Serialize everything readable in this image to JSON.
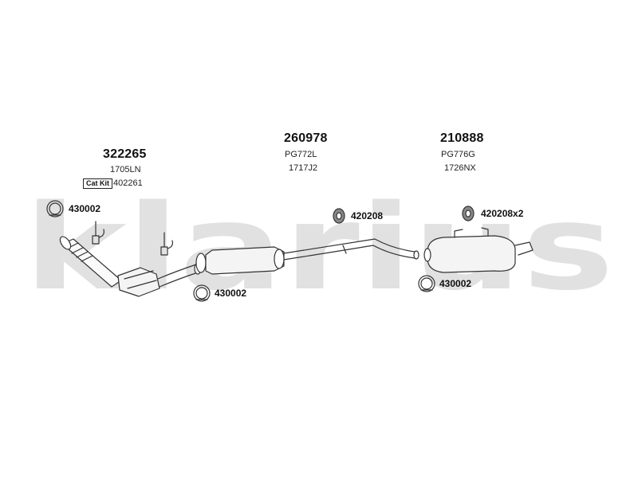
{
  "brand": {
    "watermark": "klarius",
    "color": "#e1e1e1"
  },
  "parts": [
    {
      "id": "front",
      "part_number": "322265",
      "refs": [
        "1705LN"
      ]
    },
    {
      "id": "middle",
      "part_number": "260978",
      "refs": [
        "PG772L",
        "1717J2"
      ]
    },
    {
      "id": "rear",
      "part_number": "210888",
      "refs": [
        "PG776G",
        "1726NX"
      ]
    }
  ],
  "cat_kit": {
    "label": "Cat Kit",
    "number": "402261"
  },
  "accessories": {
    "clamp_top_left": "430002",
    "clamp_bottom_mid": "430002",
    "clamp_bottom_right": "430002",
    "rubber_mid": "420208",
    "rubber_rear": "420208x2"
  }
}
